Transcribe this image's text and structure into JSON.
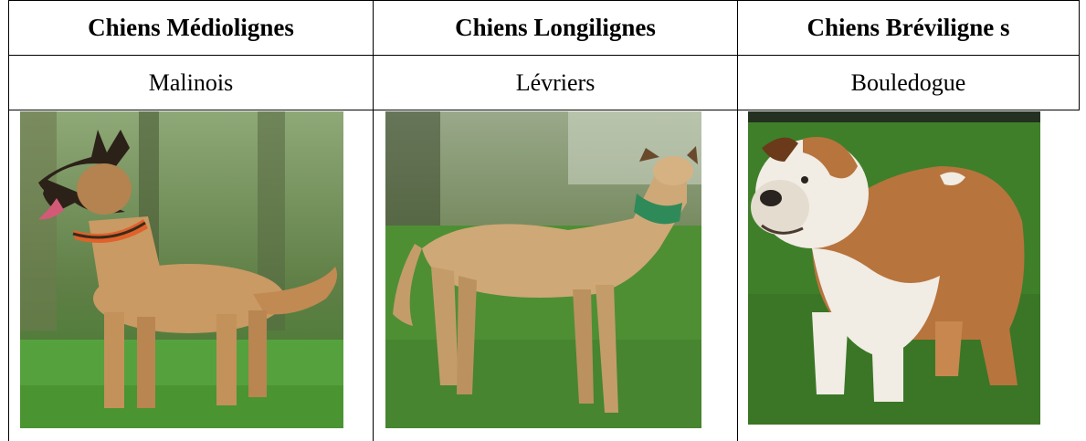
{
  "table": {
    "headers": [
      "Chiens Médiolignes",
      "Chiens Longilignes",
      "Chiens Bréviligne s"
    ],
    "examples": [
      "Malinois",
      "Lévriers",
      "Bouledogue"
    ]
  },
  "photos": [
    {
      "subject": "malinois-dog",
      "colors": {
        "coat": "#c99a63",
        "mask": "#2b2118",
        "collar": "#e0622a",
        "grass": "#4f9b3a",
        "background": "#6d8c55"
      }
    },
    {
      "subject": "greyhound-dog",
      "colors": {
        "coat": "#cfa877",
        "collar": "#2f8a5a",
        "grass": "#4f8f34",
        "background": "#7c8f66"
      }
    },
    {
      "subject": "bulldog",
      "colors": {
        "coat": "#b8743d",
        "white": "#f1ece4",
        "grass": "#3f7f2a",
        "background": "#2b3a22"
      }
    }
  ]
}
